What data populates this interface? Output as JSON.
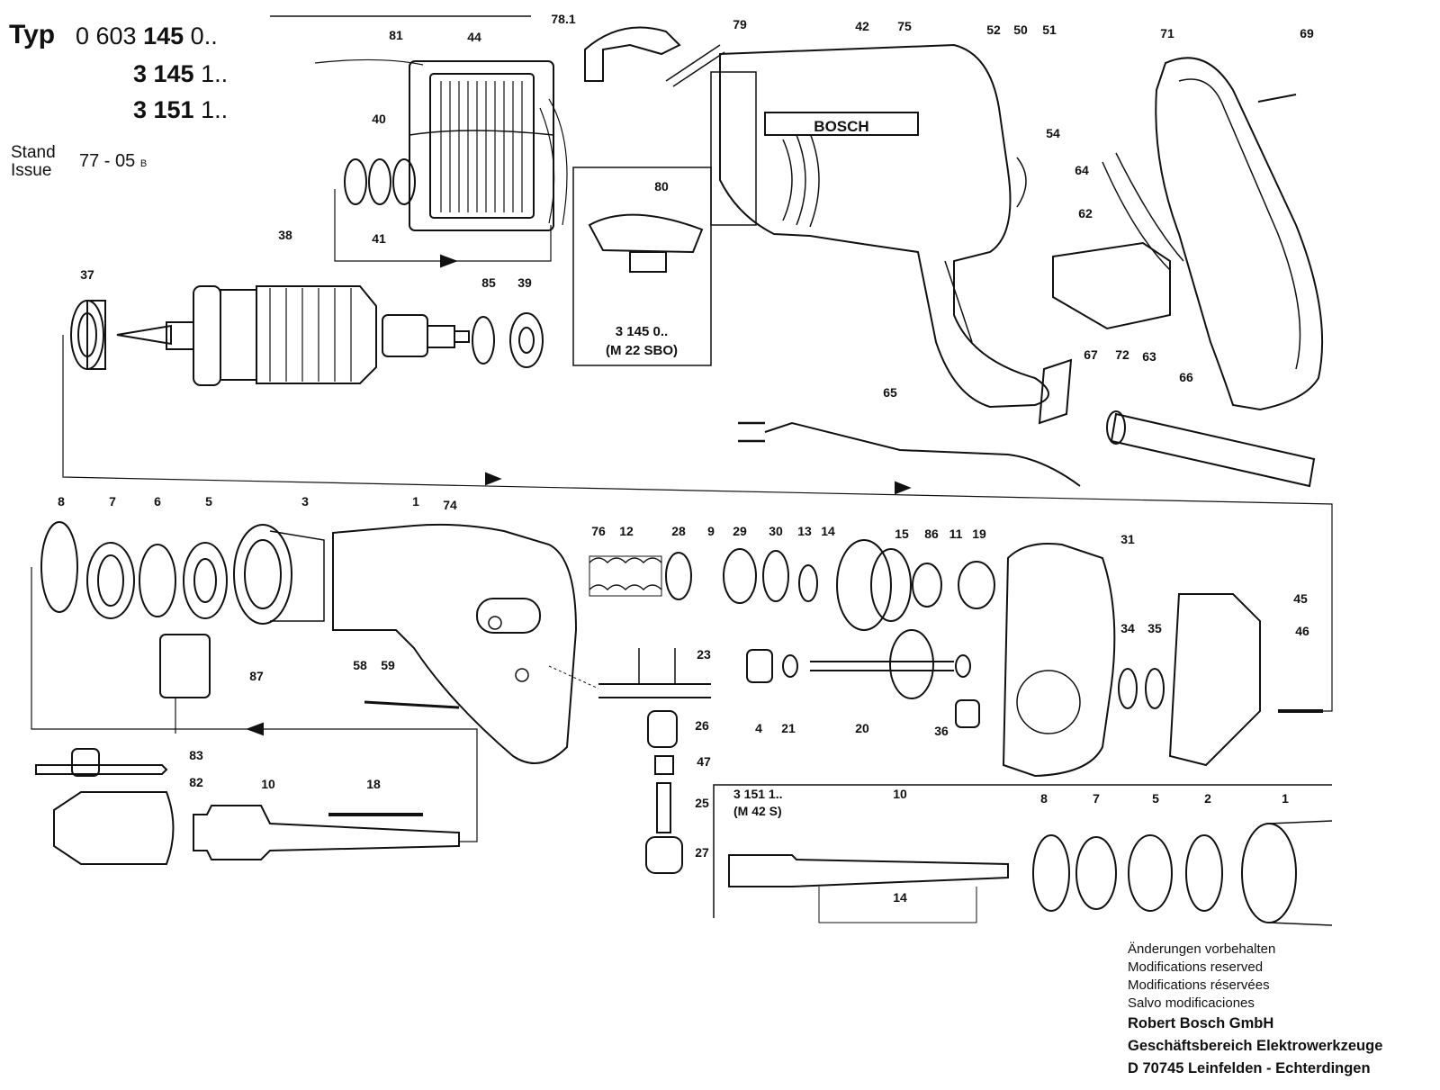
{
  "header": {
    "typ_label": "Typ",
    "types": [
      {
        "prefix": "0 603",
        "main": "145",
        "suffix": "0.."
      },
      {
        "prefix": "",
        "main": "3 145",
        "suffix": "1.."
      },
      {
        "prefix": "",
        "main": "3 151",
        "suffix": "1.."
      }
    ],
    "stand_label": "Stand",
    "issue_label": "Issue",
    "issue_value": "77 - 05",
    "issue_suffix": "B"
  },
  "brand_on_housing": "BOSCH",
  "inset_variant": {
    "code": "3 145 0..",
    "model": "(M 22 SBO)"
  },
  "inset_spindle": {
    "code": "3 151 1..",
    "model": "(M 42 S)"
  },
  "part_numbers": [
    "81",
    "44",
    "78.1",
    "79",
    "42",
    "75",
    "52",
    "50",
    "51",
    "71",
    "69",
    "40",
    "41",
    "80",
    "54",
    "64",
    "62",
    "38",
    "37",
    "85",
    "39",
    "63",
    "67",
    "72",
    "66",
    "65",
    "8",
    "7",
    "6",
    "5",
    "3",
    "1",
    "74",
    "76",
    "12",
    "28",
    "9",
    "29",
    "30",
    "13",
    "14",
    "15",
    "86",
    "11",
    "19",
    "31",
    "45",
    "34",
    "35",
    "46",
    "87",
    "58",
    "59",
    "23",
    "4",
    "21",
    "20",
    "36",
    "26",
    "47",
    "25",
    "27",
    "83",
    "82",
    "10",
    "18",
    "2"
  ],
  "footer": {
    "lines": [
      "Änderungen vorbehalten",
      "Modifications reserved",
      "Modifications réservées",
      "Salvo modificaciones"
    ],
    "company": [
      "Robert Bosch GmbH",
      "Geschäftsbereich Elektrowerkzeuge",
      "D 70745 Leinfelden - Echterdingen"
    ]
  }
}
